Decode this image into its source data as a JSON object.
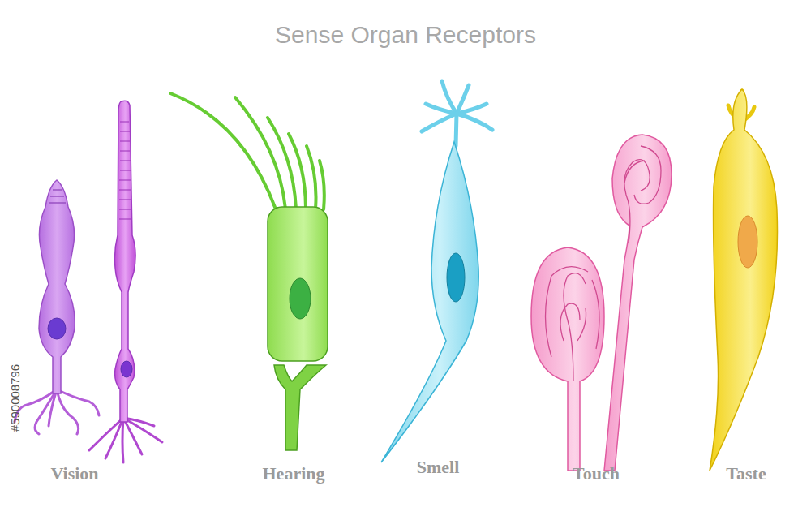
{
  "diagram": {
    "title": "Sense Organ Receptors",
    "labels": [
      "Vision",
      "Hearing",
      "Smell",
      "Touch",
      "Taste",
      "#590008796"
    ]
  }
}
